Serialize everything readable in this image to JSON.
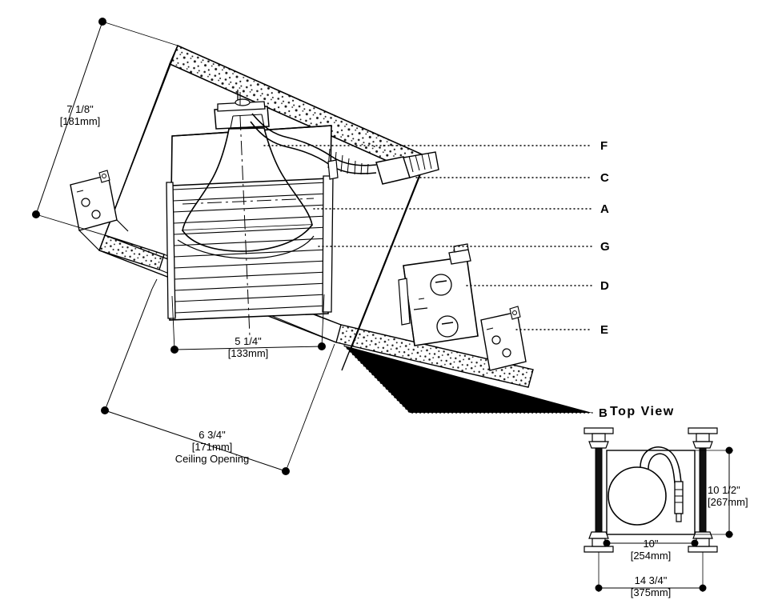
{
  "diagram": {
    "title_top_view": "Top View",
    "dimensions": {
      "height": {
        "imperial": "7 1/8\"",
        "metric": "[181mm]"
      },
      "aperture": {
        "imperial": "5 1/4\"",
        "metric": "[133mm]"
      },
      "ceiling_opening": {
        "imperial": "6 3/4\"",
        "metric": "[171mm]",
        "note": "Ceiling Opening"
      },
      "top_depth": {
        "imperial": "10 1/2\"",
        "metric": "[267mm]"
      },
      "top_width_inner": {
        "imperial": "10\"",
        "metric": "[254mm]"
      },
      "top_width_outer": {
        "imperial": "14 3/4\"",
        "metric": "[375mm]"
      }
    },
    "callouts": [
      {
        "letter": "F"
      },
      {
        "letter": "C"
      },
      {
        "letter": "A"
      },
      {
        "letter": "G"
      },
      {
        "letter": "D"
      },
      {
        "letter": "E"
      },
      {
        "letter": "B"
      }
    ]
  }
}
